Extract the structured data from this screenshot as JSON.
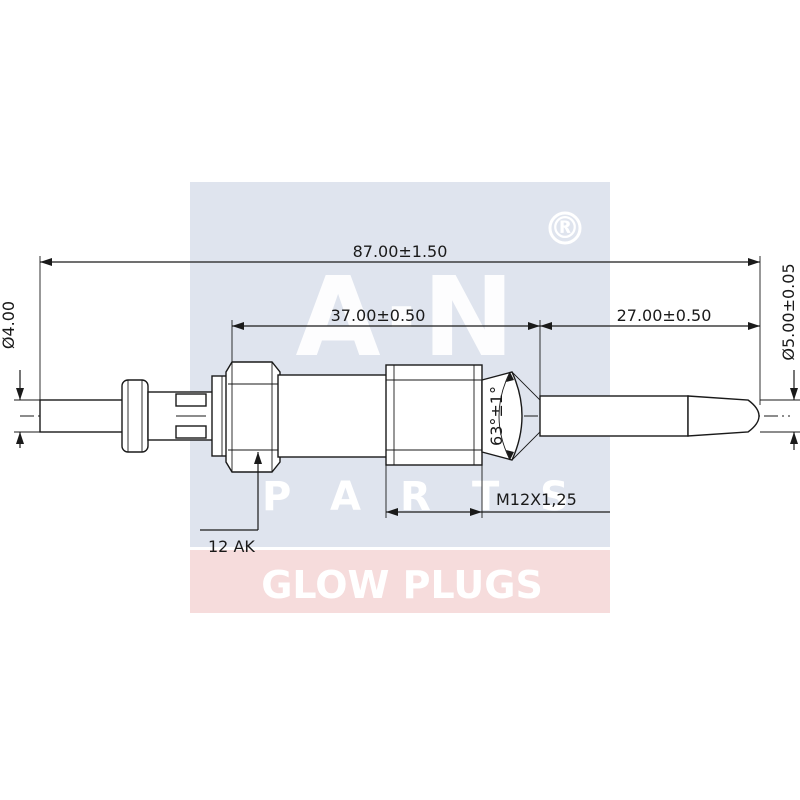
{
  "watermark": {
    "brand_letters": "A·N",
    "sub_letters": [
      "P",
      "A",
      "R",
      "T",
      "S"
    ],
    "registered_mark": "®",
    "banner_text": "GLOW PLUGS",
    "colors": {
      "blue_panel": "#dfe4ee",
      "pink_banner": "#f6dcdc",
      "letters": "#ffffff"
    }
  },
  "dimensions": {
    "overall_length": "87.00±1.50",
    "body_length": "37.00±0.50",
    "tip_length": "27.00±0.50",
    "terminal_diameter": "Ø4.00",
    "tip_diameter": "Ø5.00±0.05",
    "cone_angle": "63°±1°",
    "thread": "M12X1,25",
    "hex_size": "12 AK"
  }
}
